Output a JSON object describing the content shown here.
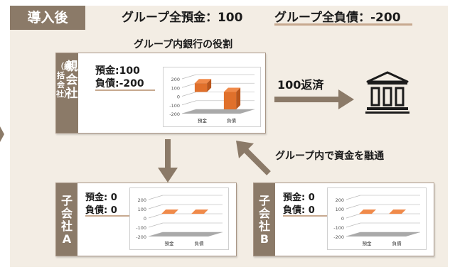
{
  "header": {
    "badge": "導入後",
    "group_deposit": "グループ全預金：100",
    "group_debt": "グループ全負債：-200"
  },
  "subtitle": "グループ内銀行の役割",
  "parent": {
    "label_main": "親会社",
    "label_sub": "（統括会社）",
    "deposit": "預金:100",
    "debt": "負債:-200",
    "chart_data": {
      "type": "bar",
      "categories": [
        "預金",
        "負債"
      ],
      "values": [
        100,
        -200
      ],
      "yticks": [
        "200",
        "100",
        "0",
        "-100",
        "-200"
      ],
      "ylim": [
        -200,
        200
      ]
    }
  },
  "arrow_right_label": "100返済",
  "arrow_diag_label": "グループ内で資金を融通",
  "child_a": {
    "label": "子会社A",
    "deposit": "預金: 0",
    "debt": "負債: 0",
    "chart_data": {
      "type": "bar",
      "categories": [
        "預金",
        "負債"
      ],
      "values": [
        0,
        0
      ],
      "yticks": [
        "200",
        "100",
        "0",
        "-100",
        "-200"
      ],
      "ylim": [
        -200,
        200
      ]
    }
  },
  "child_b": {
    "label": "子会社B",
    "deposit": "預金: 0",
    "debt": "負債: 0",
    "chart_data": {
      "type": "bar",
      "categories": [
        "預金",
        "負債"
      ],
      "values": [
        0,
        0
      ],
      "yticks": [
        "200",
        "100",
        "0",
        "-100",
        "-200"
      ],
      "ylim": [
        -200,
        200
      ]
    }
  },
  "colors": {
    "brown": "#8b7a68",
    "bar": "#e0702b",
    "bar_dark": "#b9561c",
    "underline": "#c7a98f",
    "bg": "#f3ede4"
  }
}
